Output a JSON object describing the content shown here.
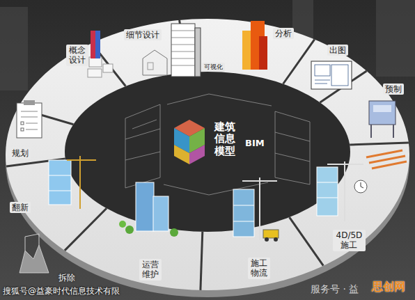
{
  "diagram": {
    "labels": [
      "规划",
      "概念 设计",
      "细节设计",
      "可视化",
      "分析",
      "出图",
      "预制",
      "4D/5D 施工",
      "施工 物流",
      "运营 维护",
      "拆除",
      "翻新",
      "建筑 信息 模型",
      "BIM",
      "搜狐号@益豪时代信息技术有限",
      "服务号 · 益",
      "思创网"
    ]
  }
}
